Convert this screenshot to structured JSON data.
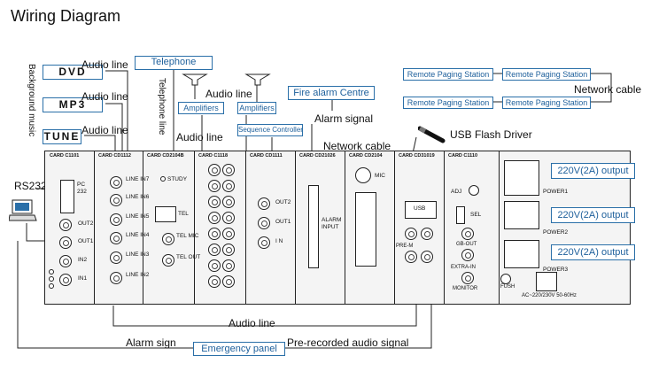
{
  "title": "Wiring Diagram",
  "sources": {
    "dvd": "DVD",
    "mp3": "MP3",
    "tune": "TUNE",
    "background_music": "Background music"
  },
  "labels": {
    "audio_line_1": "Audio line",
    "audio_line_2": "Audio line",
    "audio_line_3": "Audio line",
    "audio_line_4": "Audio line",
    "audio_line_5": "Audio line",
    "audio_line_bottom": "Audio line",
    "telephone": "Telephone",
    "telephone_line": "Telephone line",
    "amplifiers_1": "Amplifiers",
    "amplifiers_2": "Amplifiers",
    "sequence_controller": "Sequence Controller",
    "fire_alarm_centre": "Fire alarm Centre",
    "alarm_signal": "Alarm signal",
    "network_cable_1": "Network cable",
    "network_cable_2": "Network cable",
    "usb_flash_driver": "USB Flash Driver",
    "rs232": "RS232",
    "alarm_sign": "Alarm sign",
    "emergency_panel": "Emergency panel",
    "pre_recorded": "Pre-recorded audio signal",
    "remote_paging_1": "Remote Paging Station",
    "remote_paging_2": "Remote Paging Station",
    "remote_paging_3": "Remote Paging Station",
    "remote_paging_4": "Remote Paging Station",
    "power_output_1": "220V(2A) output",
    "power_output_2": "220V(2A) output",
    "power_output_3": "220V(2A) output"
  },
  "rack": {
    "card1": {
      "hdr": "CARD  C1101",
      "pc": "PC",
      "pc2": "232",
      "out2": "OUT2",
      "out1": "OUT1",
      "in2": "IN2",
      "in1": "IN1"
    },
    "card2": {
      "hdr": "CARD  CD1112",
      "l1": "LINE IN7",
      "l2": "LINE IN6",
      "l3": "LINE IN5",
      "l4": "LINE IN4",
      "l5": "LINE IN3",
      "l6": "LINE IN2"
    },
    "card3": {
      "hdr": "CARD  CD2104B",
      "study": "STUDY",
      "tel": "TEL",
      "telmic": "TEL MIC",
      "telout": "TEL OUT"
    },
    "card4": {
      "hdr": "CARD  C1118"
    },
    "card5": {
      "hdr": "CARD  CD1111",
      "out2": "OUT2",
      "out1": "OUT1",
      "in": "I N"
    },
    "card6": {
      "hdr": "CARD  CD21026",
      "alarm": "ALARM",
      "input": "INPUT"
    },
    "card7": {
      "hdr": "CARD  CD2104",
      "mic": "MIC"
    },
    "card8": {
      "hdr": "CARD  CD31019",
      "usb": "USB",
      "prem": "PRE-M"
    },
    "card9": {
      "hdr": "CARD  C1110",
      "adj": "ADJ",
      "sel": "SEL",
      "gbout": "GB-OUT",
      "extrain": "EXTRA-IN",
      "monitor": "MONITOR"
    },
    "power": {
      "p1": "POWER1",
      "p2": "POWER2",
      "p3": "POWER3",
      "fuse": "FUSH",
      "ac": "AC~220/230V  50-60Hz"
    }
  }
}
